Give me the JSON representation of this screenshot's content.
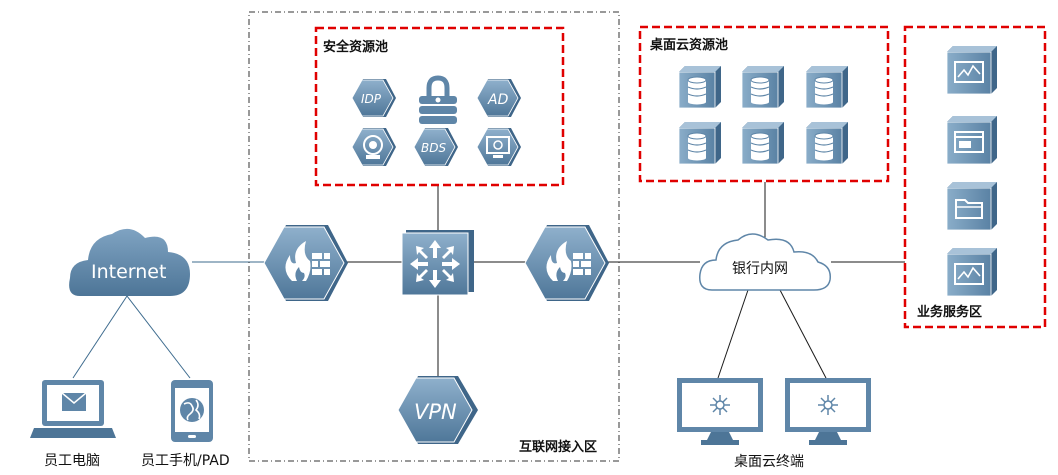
{
  "colors": {
    "icon_fill": "#5f86a8",
    "icon_fill_dark": "#3f6689",
    "icon_fill_light": "#8fb0cc",
    "red_dash": "#e00000",
    "zone_dash": "#333333",
    "line": "#1a1a1a"
  },
  "zones": {
    "internet_access": {
      "label": "互联网接入区"
    },
    "security_pool": {
      "label": "安全资源池"
    },
    "desktop_cloud_pool": {
      "label": "桌面云资源池"
    },
    "business_service": {
      "label": "业务服务区"
    }
  },
  "nodes": {
    "internet": {
      "label": "Internet"
    },
    "employee_pc": {
      "label": "员工电脑"
    },
    "employee_mobile": {
      "label": "员工手机/PAD"
    },
    "firewall_left": {
      "label": ""
    },
    "core_switch": {
      "label": ""
    },
    "firewall_right": {
      "label": ""
    },
    "vpn": {
      "label": "VPN"
    },
    "bank_intranet": {
      "label": "银行内网"
    },
    "desktop_terminals": {
      "label": "桌面云终端"
    }
  },
  "security_pool_items": [
    {
      "label": "IDP",
      "icon": "idp-icon"
    },
    {
      "label": "",
      "icon": "lock-icon"
    },
    {
      "label": "AD",
      "icon": "ad-icon"
    },
    {
      "label": "",
      "icon": "audit-icon"
    },
    {
      "label": "BDS",
      "icon": "bds-icon"
    },
    {
      "label": "",
      "icon": "monitor-web-icon"
    }
  ],
  "desktop_pool_servers": [
    {
      "icon": "storage-server-icon"
    },
    {
      "icon": "storage-server-icon"
    },
    {
      "icon": "storage-server-icon"
    },
    {
      "icon": "storage-server-icon"
    },
    {
      "icon": "storage-server-icon"
    },
    {
      "icon": "storage-server-icon"
    }
  ],
  "business_servers": [
    {
      "icon": "chart-server-icon"
    },
    {
      "icon": "window-server-icon"
    },
    {
      "icon": "folder-server-icon"
    },
    {
      "icon": "chart-server-icon"
    }
  ]
}
